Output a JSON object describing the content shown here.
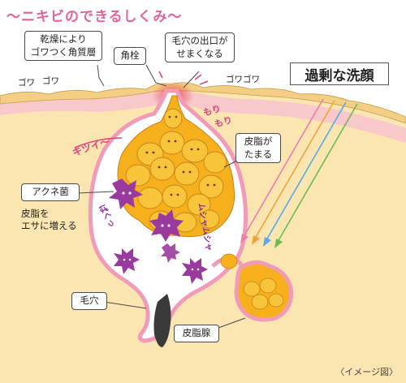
{
  "title": "〜ニキビのできるしくみ〜",
  "labels": {
    "corneous_layer": [
      "乾燥により",
      "ゴワつく角質層"
    ],
    "keratin_plug": "角栓",
    "pore_exit": [
      "毛穴の出口が",
      "せまくなる"
    ],
    "sebum_accum": [
      "皮脂が",
      "たまる"
    ],
    "acne_bacteria": "アクネ菌",
    "bacteria_feed": [
      "皮脂を",
      "エサに増える"
    ],
    "pore": "毛穴",
    "sebaceous_gland": "皮脂腺",
    "over_washing": "過剰な洗顔",
    "gowa_left": "ゴワ",
    "gowa_left2": "ゴワ",
    "gowa_right": "ゴワゴワ",
    "kitsui": "キツイ〜",
    "mori": "もり",
    "mori2": "もり",
    "paku": "ぱくっ",
    "munya": "ムシャムシャ",
    "caption": "〈イメージ図〉"
  },
  "colors": {
    "title_pink": "#e2649a",
    "skin": "#fbe6b2",
    "skin_pink": "#f7c2cf",
    "sebum": "#f5b01c",
    "bacteria": "#9b3a9e",
    "arrow_pink": "#f07cae",
    "arrow_orange": "#f3a23a",
    "arrow_blue": "#5aa8e6",
    "arrow_green": "#6dbb4f"
  }
}
